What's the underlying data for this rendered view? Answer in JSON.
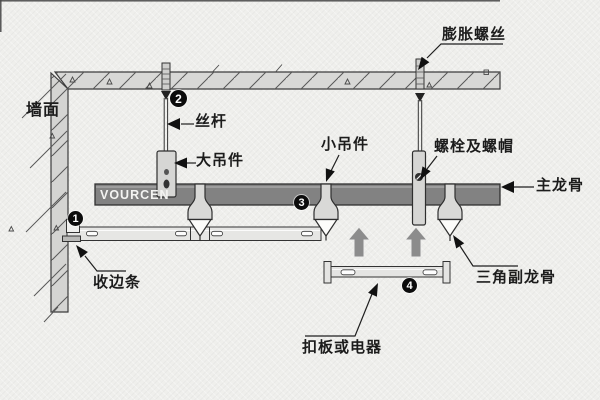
{
  "diagram": {
    "type": "ceiling-suspension-installation-diagram",
    "brand": "VOURCEN",
    "labels": {
      "wall": "墙面",
      "expansion_screw": "膨胀螺丝",
      "threaded_rod": "丝杆",
      "large_hanger": "大吊件",
      "small_hanger": "小吊件",
      "bolt_and_nut": "螺栓及螺帽",
      "main_keel": "主龙骨",
      "edge_trim": "收边条",
      "triangle_sub_keel": "三角副龙骨",
      "panel_or_device": "扣板或电器"
    },
    "steps": [
      "1",
      "2",
      "3",
      "4"
    ],
    "colors": {
      "background": "#efefec",
      "slab_fill": "#d8d8d6",
      "wall_fill": "#d4d4d2",
      "main_keel_bar": "#828282",
      "metal_light": "#d9d9d7",
      "outline": "#2e2e2e",
      "label_text": "#1c1c1c",
      "up_arrow_gray": "#8c8c8c",
      "step_badge": "#0c0c0c"
    }
  }
}
